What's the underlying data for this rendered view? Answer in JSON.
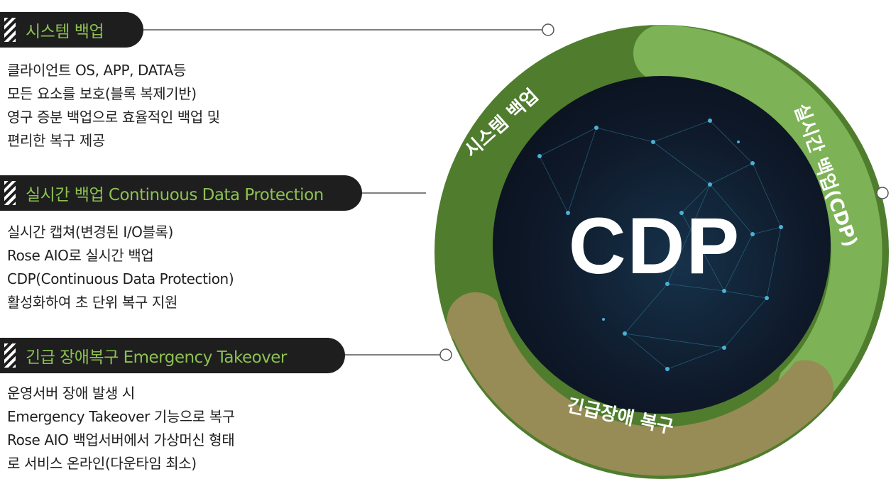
{
  "sections": [
    {
      "title": "시스템 백업",
      "lines": [
        "클라이언트 OS, APP, DATA등",
        "모든 요소를 보호(블록 복제기반)",
        "영구 증분 백업으로 효율적인 백업 및",
        "편리한 복구 제공"
      ]
    },
    {
      "title": "실시간 백업 Continuous Data Protection",
      "lines": [
        "실시간 캡쳐(변경된 I/O블록)",
        "Rose AIO로 실시간 백업",
        "CDP(Continuous Data Protection)",
        "활성화하여 초 단위 복구 지원"
      ]
    },
    {
      "title": "긴급 장애복구 Emergency Takeover",
      "lines": [
        "운영서버 장애 발생 시",
        "Emergency Takeover 기능으로 복구",
        "Rose AIO 백업서버에서 가상머신  형태",
        "로 서비스 온라인(다운타임 최소)"
      ]
    }
  ],
  "ring": {
    "center_label": "CDP",
    "segment_labels": [
      "시스템 백업",
      "실시간 백업(CDP)",
      "긴급장애 복구"
    ]
  },
  "colors": {
    "accent_green": "#8cc152",
    "ring_dark_green": "#4f7d2d",
    "ring_light_green": "#7db356",
    "ring_olive": "#978c55",
    "center_navy": "#101a2b"
  }
}
